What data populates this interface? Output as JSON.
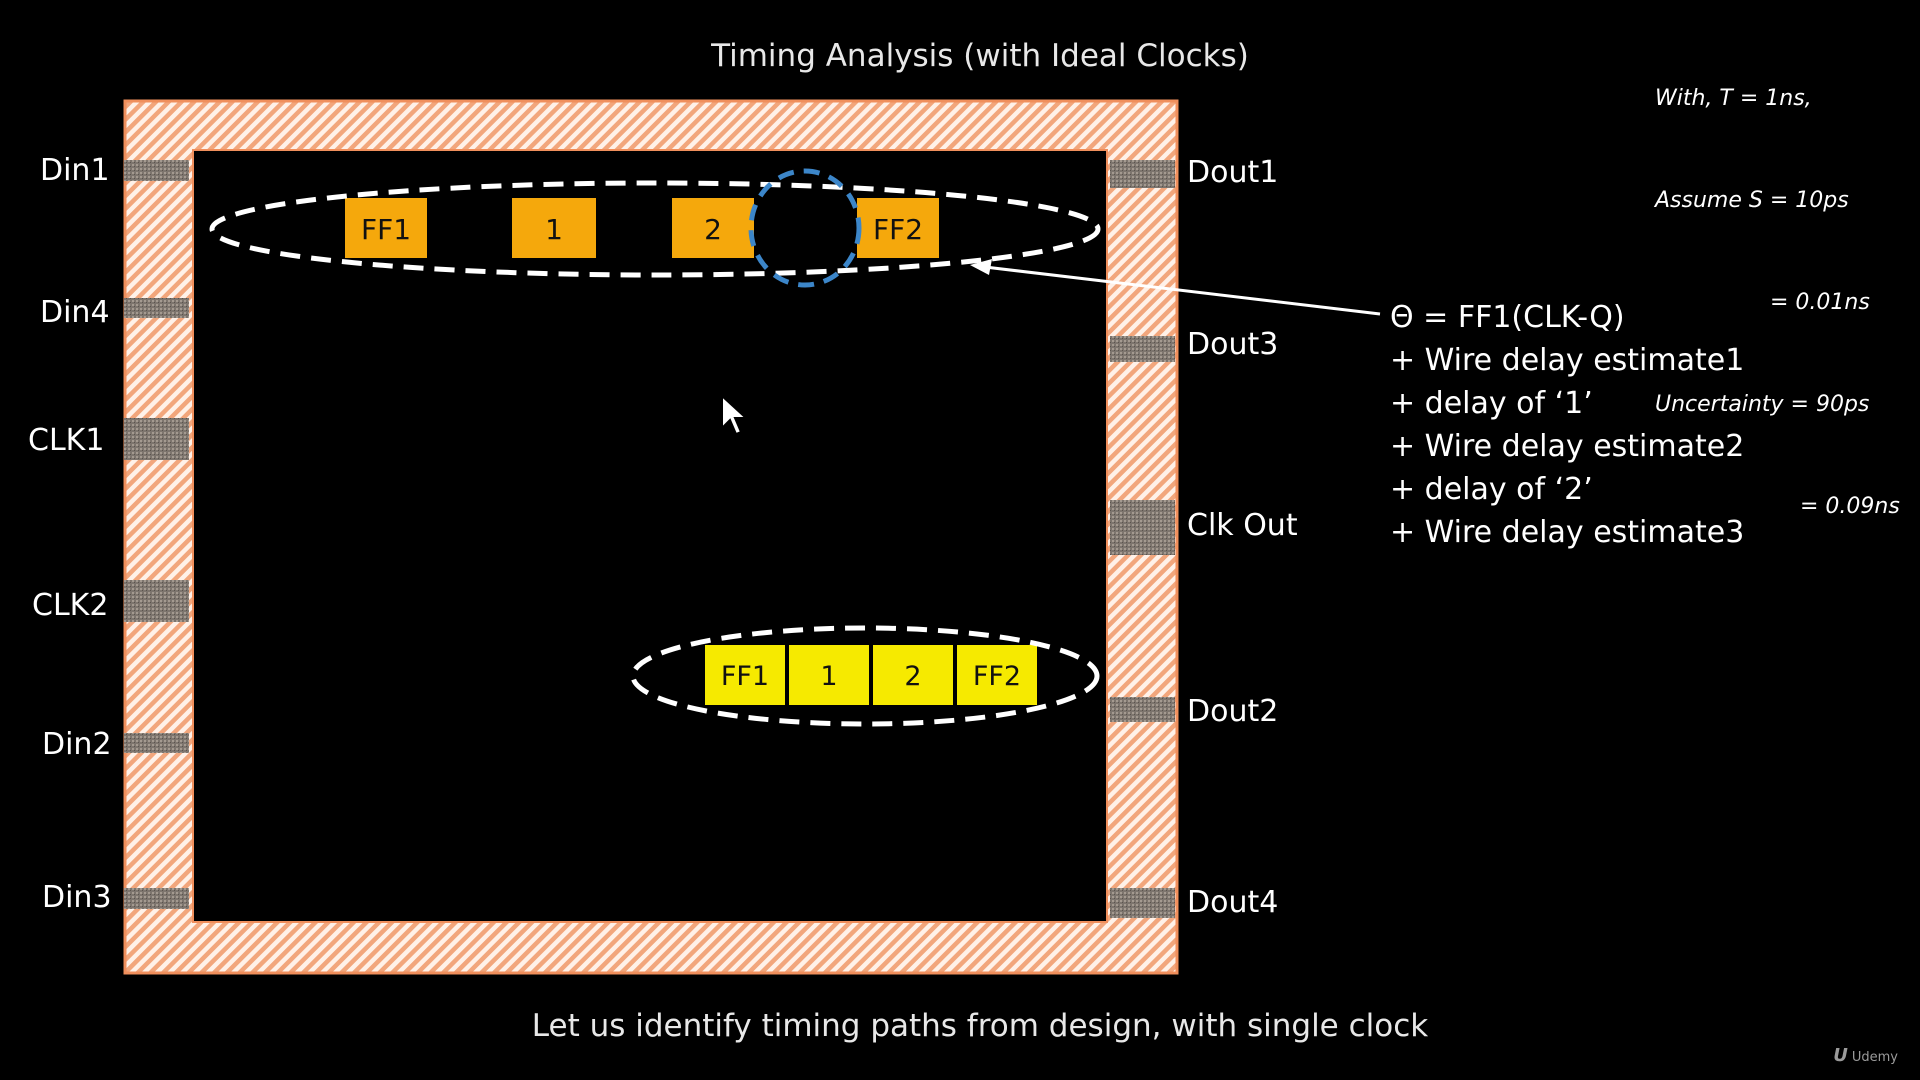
{
  "title": "Timing Analysis (with Ideal Clocks)",
  "subtitle": "Let us identify timing paths from design, with single clock",
  "note": {
    "line1": "With, T = 1ns,",
    "line2": "Assume S = 10ps",
    "line3": "= 0.01ns",
    "line4": "Uncertainty = 90ps",
    "line5": "= 0.09ns"
  },
  "left_pins": [
    "Din1",
    "Din4",
    "CLK1",
    "CLK2",
    "Din2",
    "Din3"
  ],
  "right_pins": [
    "Dout1",
    "Dout3",
    "Clk Out",
    "Dout2",
    "Dout4"
  ],
  "path1": {
    "cells": [
      "FF1",
      "1",
      "2",
      "FF2"
    ],
    "color": "#f5a80c"
  },
  "path2": {
    "cells": [
      "FF1",
      "1",
      "2",
      "FF2"
    ],
    "color": "#f6ea00"
  },
  "equation": [
    "Θ = FF1(CLK-Q)",
    "+ Wire delay estimate1",
    "+ delay of ‘1’",
    "+ Wire delay estimate2",
    "+ delay of ‘2’",
    "+ Wire delay estimate3"
  ],
  "colors": {
    "io_ring": "#f3a77e",
    "highlight_circle": "#3c86c9",
    "pad": "#8a8078"
  },
  "brand": "Udemy"
}
